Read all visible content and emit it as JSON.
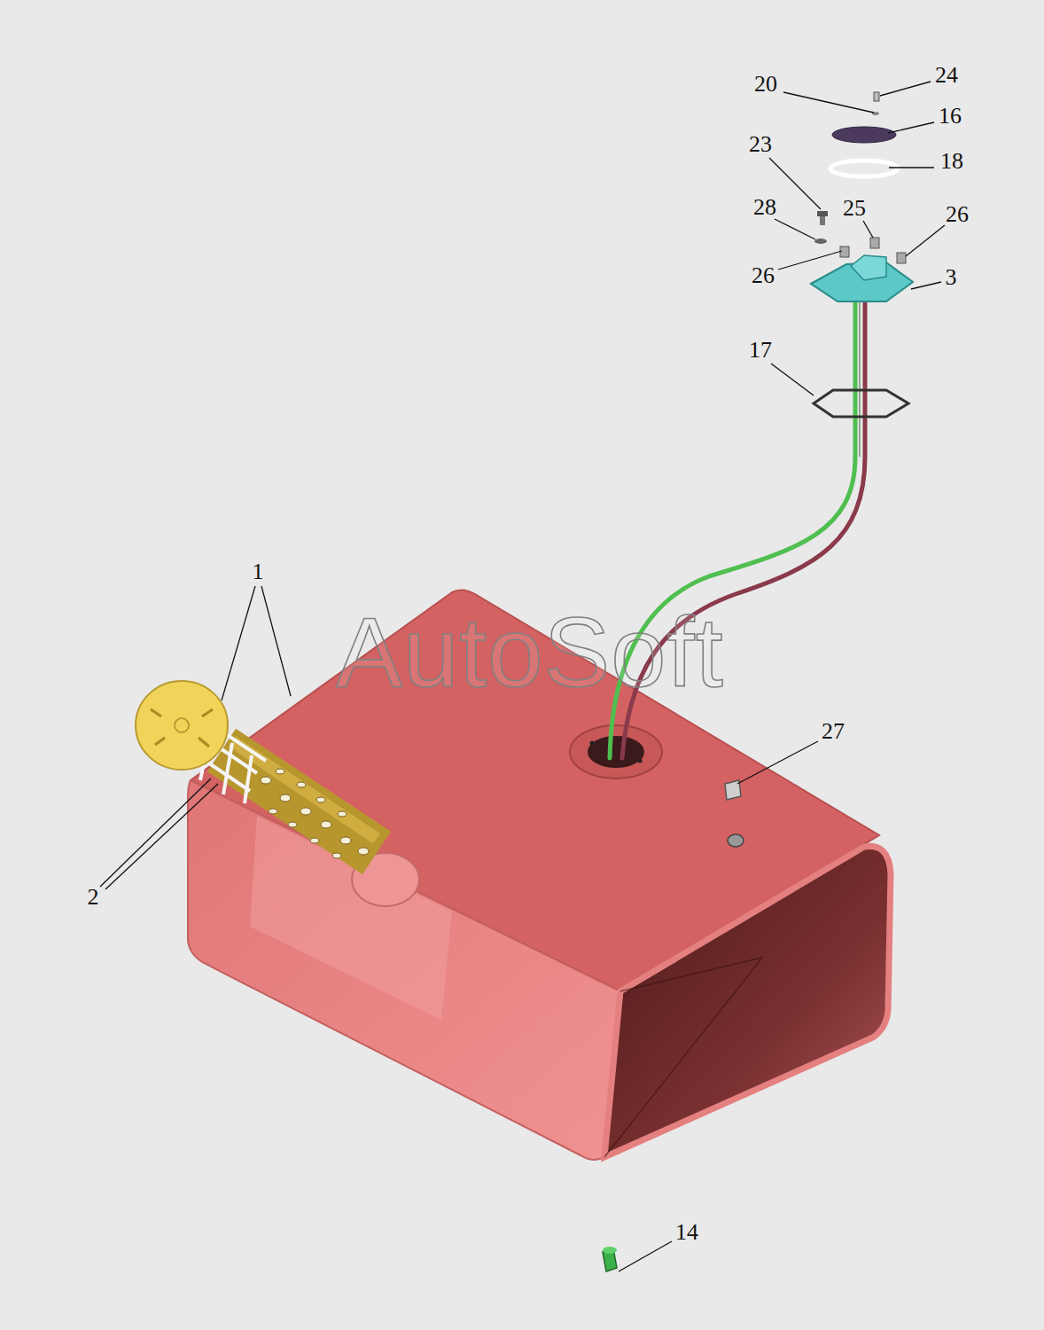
{
  "diagram": {
    "labels": [
      "20",
      "24",
      "16",
      "23",
      "18",
      "28",
      "25",
      "26",
      "26",
      "3",
      "17",
      "1",
      "AutoSoft",
      "27",
      "2",
      "14"
    ]
  }
}
